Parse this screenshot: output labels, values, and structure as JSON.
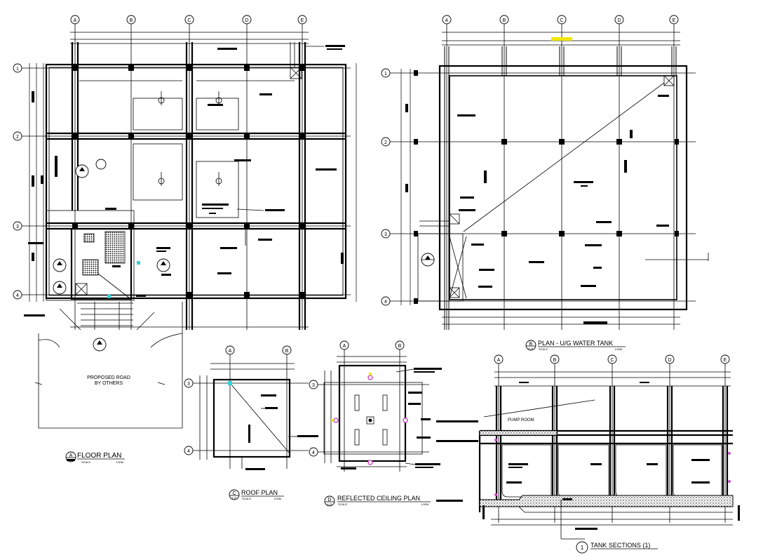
{
  "drawing": {
    "grid_letters": [
      "A",
      "B",
      "C",
      "D",
      "E"
    ],
    "grid_numbers": [
      "1",
      "2",
      "3",
      "4"
    ],
    "grid_letters_small": [
      "A",
      "B"
    ],
    "grid_numbers_small": [
      "3",
      "4"
    ],
    "tank_grid_letters": [
      "A",
      "B",
      "C",
      "D",
      "E"
    ],
    "floor_plan": {
      "marker": "A",
      "title": "FLOOR PLAN",
      "scale_label": "SCALE",
      "scale_value": "1:50M",
      "road_note_line1": "PROPOSED ROAD",
      "road_note_line2": "BY OTHERS"
    },
    "tank_plan": {
      "marker": "B",
      "sheet": "A-01",
      "title": "PLAN - U/G WATER TANK",
      "scale_label": "SCALE",
      "scale_value": "1:50M"
    },
    "roof_plan": {
      "marker": "C",
      "sheet": "A-01",
      "title": "ROOF PLAN",
      "scale_label": "SCALE",
      "scale_value": "1:50M"
    },
    "ceiling_plan": {
      "marker": "D",
      "sheet": "A-01",
      "title": "REFLECTED CEILING PLAN",
      "scale_label": "SCALE",
      "scale_value": "1:50M"
    },
    "tank_sections": {
      "marker": "1",
      "title": "TANK SECTIONS (1)",
      "room_label": "PUMP ROOM"
    },
    "colors": {
      "line": "#000000",
      "highlight_yellow": "#f2e600",
      "highlight_cyan": "#2fd3e0",
      "highlight_magenta": "#d14cc8",
      "background": "#ffffff"
    }
  }
}
